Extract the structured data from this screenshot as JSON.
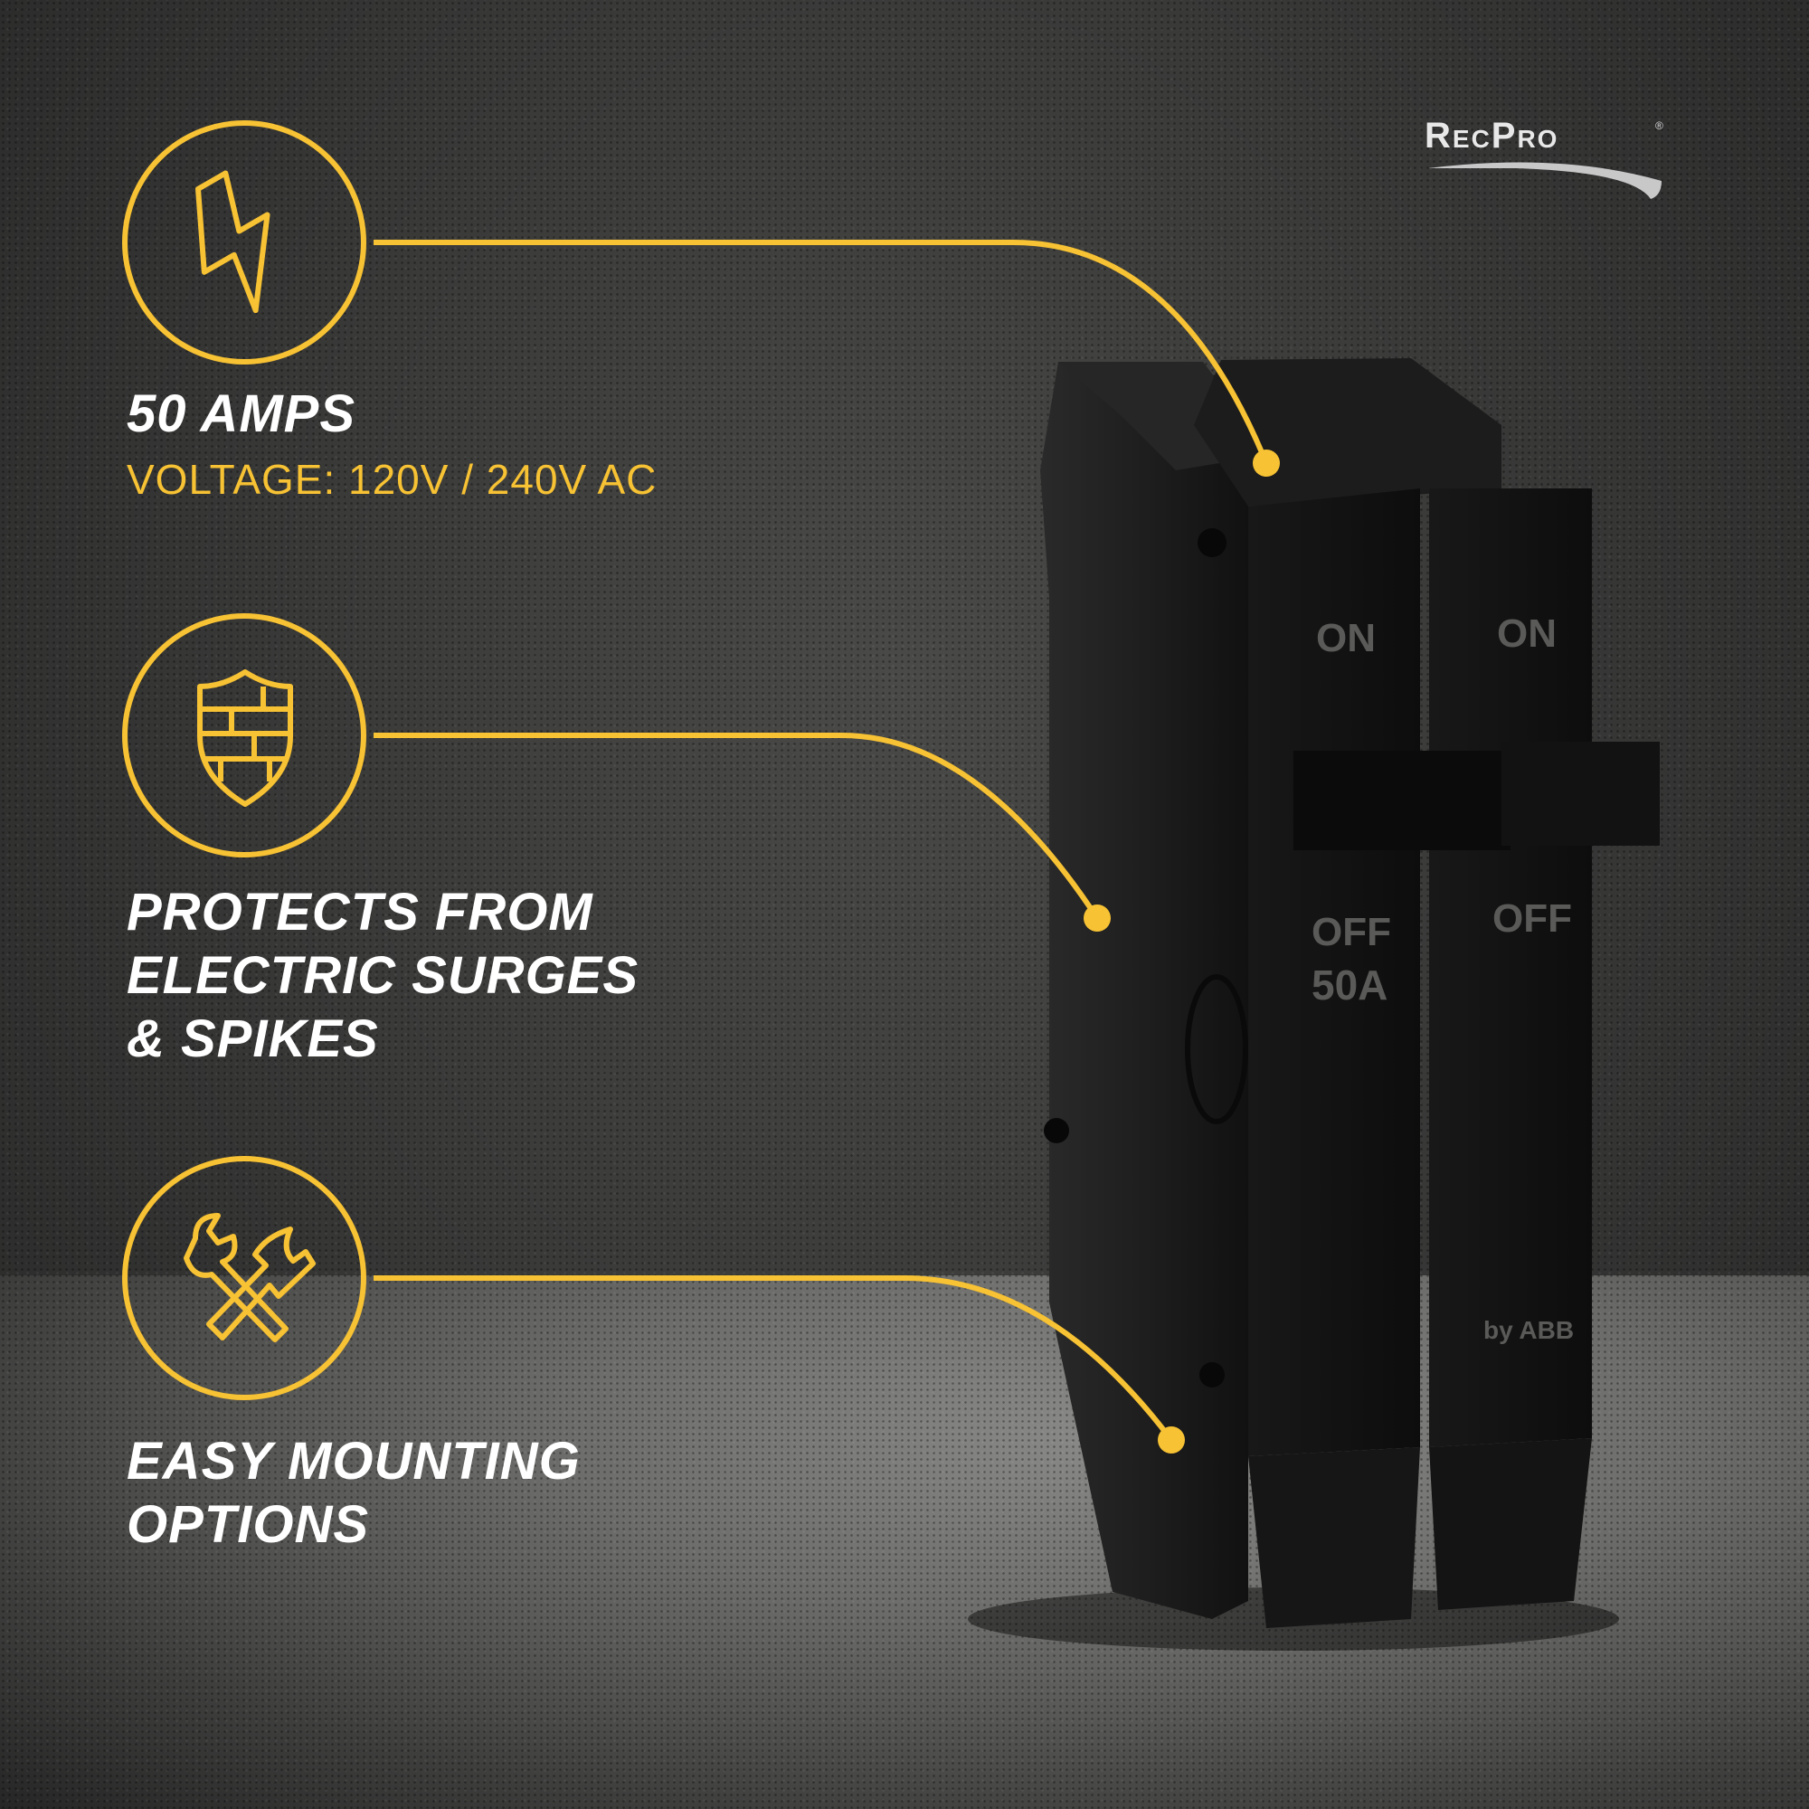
{
  "brand": {
    "logo_text": "RecPro",
    "registered": "®"
  },
  "features": [
    {
      "title": "50 AMPS",
      "subtitle": "VOLTAGE: 120V / 240V AC",
      "icon": "lightning-bolt-icon"
    },
    {
      "title_lines": [
        "PROTECTS FROM",
        "ELECTRIC SURGES",
        "& SPIKES"
      ],
      "icon": "brick-shield-icon"
    },
    {
      "title_lines": [
        "EASY MOUNTING",
        "OPTIONS"
      ],
      "icon": "wrench-hammer-icon"
    }
  ],
  "product_markings": {
    "left_on": "ON",
    "right_on": "ON",
    "left_off": "OFF",
    "right_off": "OFF",
    "rating": "50A",
    "maker": "by ABB"
  },
  "colors": {
    "accent": "#f7c233",
    "text": "#ffffff",
    "breaker": "#1a1a1a"
  }
}
